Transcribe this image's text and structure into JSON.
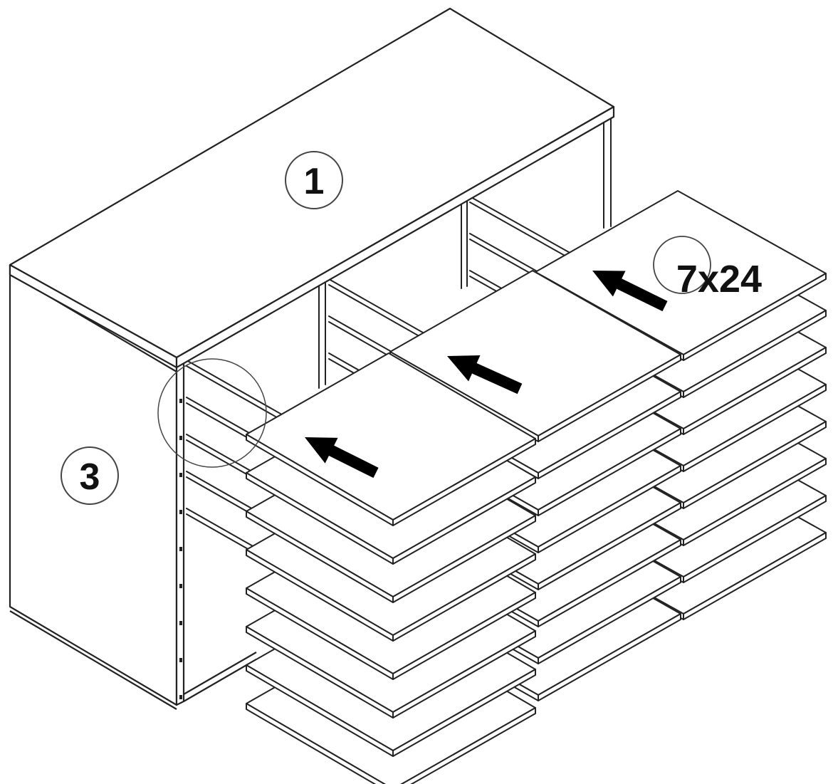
{
  "diagram": {
    "callouts": {
      "top_panel": "1",
      "side_panel": "3"
    },
    "quantity_label": "7x24",
    "colors": {
      "line": "#222222",
      "fill": "#ffffff",
      "arrow": "#000000"
    }
  }
}
